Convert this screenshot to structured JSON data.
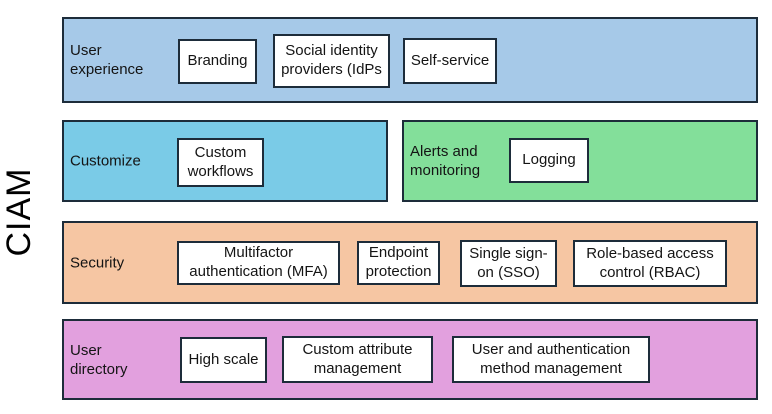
{
  "diagram": {
    "side_label": "CIAM",
    "colors": {
      "border": "#1d2c3a",
      "box_background": "#ffffff",
      "text": "#141414",
      "user_experience_band": "#a6c9e8",
      "customize_band": "#7acbe7",
      "alerts_band": "#83df9a",
      "security_band": "#f6c6a3",
      "user_directory_band": "#e2a0de"
    },
    "rows": [
      {
        "label": "User\nexperience",
        "color": "#a6c9e8",
        "items": [
          "Branding",
          "Social identity\nproviders (IdPs",
          "Self-service"
        ]
      },
      {
        "label": "Customize",
        "color": "#7acbe7",
        "items": [
          "Custom\nworkflows"
        ]
      },
      {
        "label": "Alerts and\nmonitoring",
        "color": "#83df9a",
        "items": [
          "Logging"
        ]
      },
      {
        "label": "Security",
        "color": "#f6c6a3",
        "items": [
          "Multifactor\nauthentication (MFA)",
          "Endpoint\nprotection",
          "Single sign-\non (SSO)",
          "Role-based access\ncontrol (RBAC)"
        ]
      },
      {
        "label": "User\ndirectory",
        "color": "#e2a0de",
        "items": [
          "High scale",
          "Custom attribute\nmanagement",
          "User and authentication\nmethod management"
        ]
      }
    ]
  }
}
